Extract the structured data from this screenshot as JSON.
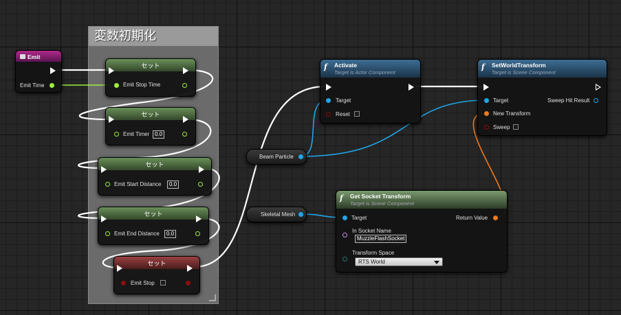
{
  "comment": {
    "title": "変数初期化"
  },
  "emit_event": {
    "title": "Emit",
    "out_pin": "Emit Time"
  },
  "set_nodes": [
    {
      "title": "セット",
      "pin": "Emit Stop Time",
      "value": ""
    },
    {
      "title": "セット",
      "pin": "Emit Timer",
      "value": "0.0"
    },
    {
      "title": "セット",
      "pin": "Emit Start Distance",
      "value": "0.0"
    },
    {
      "title": "セット",
      "pin": "Emit End Distance",
      "value": "0.0"
    },
    {
      "title": "セット",
      "pin": "Emit Stop",
      "value": ""
    }
  ],
  "variables": {
    "beam": "Beam Particle",
    "mesh": "Skeletal Mesh"
  },
  "activate": {
    "title": "Activate",
    "subtitle": "Target is Actor Component",
    "target": "Target",
    "reset": "Reset"
  },
  "set_world": {
    "title": "SetWorldTransform",
    "subtitle": "Target is Scene Component",
    "target": "Target",
    "new_transform": "New Transform",
    "sweep": "Sweep",
    "sweep_hit": "Sweep Hit Result"
  },
  "get_socket": {
    "title": "Get Socket Transform",
    "subtitle": "Target is Scene Component",
    "target": "Target",
    "return_value": "Return Value",
    "in_socket_label": "In Socket Name",
    "in_socket_value": "MuzzleFlashSocket",
    "space_label": "Transform Space",
    "space_value": "RTS World"
  },
  "colors": {
    "exec": "#ffffff",
    "float": "#9cf03c",
    "object": "#1fa6e8",
    "transform": "#f07a1a",
    "bool": "#8c0e0e",
    "name": "#c88fe6"
  }
}
